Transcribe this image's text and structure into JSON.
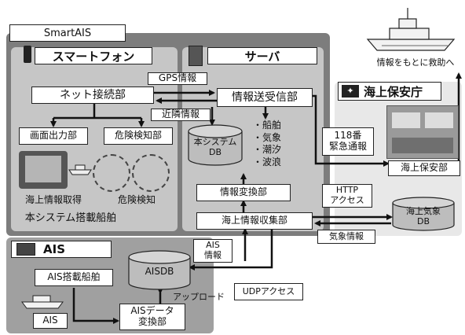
{
  "smartais": {
    "title": "SmartAIS",
    "smartphone": {
      "header": "スマートフォン",
      "net_unit": "ネット接続部",
      "screen_output": "画面出力部",
      "danger_detect_unit": "危険検知部",
      "sea_info_label": "海上情報取得",
      "danger_label": "危険検知",
      "ship_label": "本システム搭載船舶"
    },
    "server": {
      "header": "サーバ",
      "info_send_recv": "情報送受信部",
      "db_label": "本システム\nDB",
      "db_items": "・船舶\n・気象\n・潮汐\n・波浪",
      "info_convert": "情報変換部",
      "sea_info_collect": "海上情報収集部"
    },
    "links": {
      "gps_info": "GPS情報",
      "neighbor_info": "近隣情報"
    }
  },
  "coast_guard": {
    "header": "海上保安庁",
    "rescue_caption": "情報をもとに救助へ",
    "coast_office": "海上保安部",
    "emergency": "118番\n緊急通報",
    "http_access": "HTTP\nアクセス",
    "weather_db": "海上気象\nDB",
    "weather_info": "気象情報"
  },
  "ais": {
    "header": "AIS",
    "ais_ship": "AIS搭載船舶",
    "ais_db": "AISDB",
    "ais_info": "AIS\n情報",
    "upload": "アップロード",
    "udp_access": "UDPアクセス",
    "ais_small": "AIS",
    "ais_data_convert": "AISデータ\n変換部"
  },
  "colors": {
    "smartais_panel": "#7d7d7d",
    "inner_panel": "#c6c6c6",
    "ais_panel": "#a0a0a0",
    "coast_panel": "#e8e8e8",
    "cylinder": "#bdbdbd"
  }
}
